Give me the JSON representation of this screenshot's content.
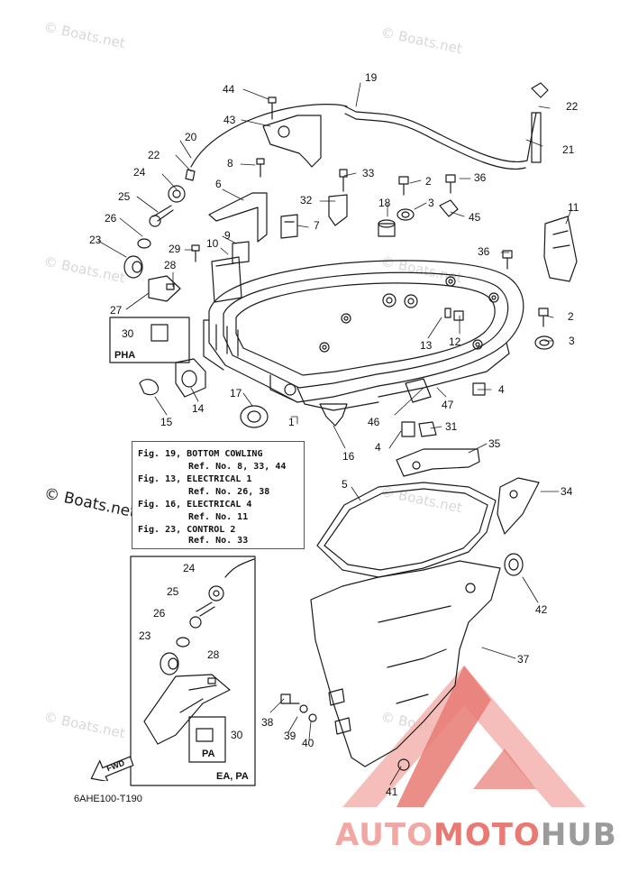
{
  "watermarks": [
    "© Boats.net",
    "© Boats.net",
    "© Boats.net",
    "© Boats.net",
    "© Boats.net",
    "© Boats.net",
    "© Boats.net",
    "© Boats.net"
  ],
  "watermark_main": "© Boats.net",
  "callouts": {
    "c44": "44",
    "c19": "19",
    "c22a": "22",
    "c20": "20",
    "c43": "43",
    "c21": "21",
    "c22b": "22",
    "c8": "8",
    "c33": "33",
    "c24": "24",
    "c6": "6",
    "c2a": "2",
    "c36a": "36",
    "c18": "18",
    "c3a": "3",
    "c32": "32",
    "c45": "45",
    "c25": "25",
    "c7": "7",
    "c11": "11",
    "c26": "26",
    "c9": "9",
    "c10": "10",
    "c23": "23",
    "c29": "29",
    "c36b": "36",
    "c28": "28",
    "c27": "27",
    "c30": "30",
    "c2b": "2",
    "c13": "13",
    "c12": "12",
    "c3b": "3",
    "c4a": "4",
    "c17": "17",
    "c14": "14",
    "c15": "15",
    "c47": "47",
    "c46": "46",
    "c31": "31",
    "c16": "16",
    "c4b": "4",
    "c1": "1",
    "c35": "35",
    "c5": "5",
    "c34": "34",
    "c42": "42",
    "c37": "37",
    "c24b": "24",
    "c25b": "25",
    "c26b": "26",
    "c23b": "23",
    "c28b": "28",
    "c30b": "30",
    "c38": "38",
    "c39": "39",
    "c40": "40",
    "c41": "41"
  },
  "notes": [
    "Fig. 19, BOTTOM COWLING",
    "Ref. No. 8, 33, 44",
    "Fig. 13, ELECTRICAL 1",
    "Ref. No. 26, 38",
    "Fig. 16, ELECTRICAL 4",
    "Ref. No. 11",
    "Fig. 23, CONTROL 2",
    "Ref. No. 33"
  ],
  "box_labels": {
    "pha": "PHA",
    "pa": "PA",
    "ea_pa": "EA, PA"
  },
  "fwd": "FWD",
  "diagram_code": "6AHE100-T190",
  "brand": {
    "part1": "AUTO",
    "part2": "MOTO",
    "part3": "HUB"
  },
  "colors": {
    "logo_light": "#f1a7a3",
    "logo_dark": "#e87a73",
    "logo_grey": "#9b9b9b",
    "line": "#1a1a1a"
  }
}
